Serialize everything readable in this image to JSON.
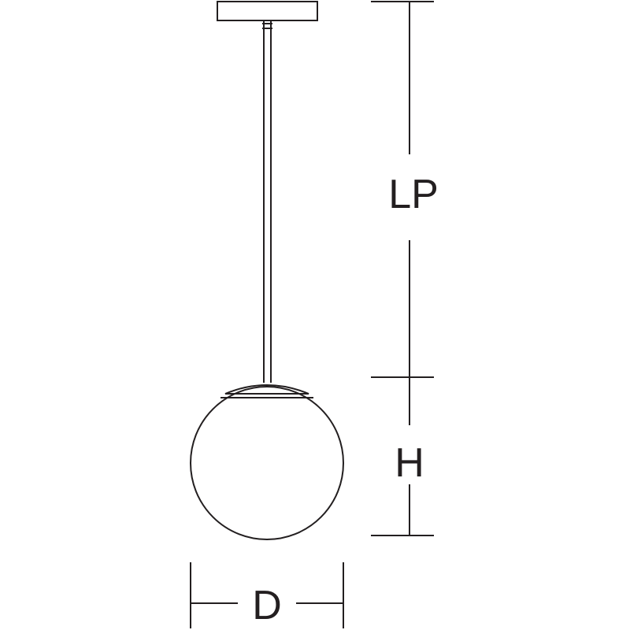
{
  "diagram": {
    "line_color": "#231f20",
    "labels": {
      "suspension_length": "LP",
      "height": "H",
      "diameter": "D"
    }
  }
}
